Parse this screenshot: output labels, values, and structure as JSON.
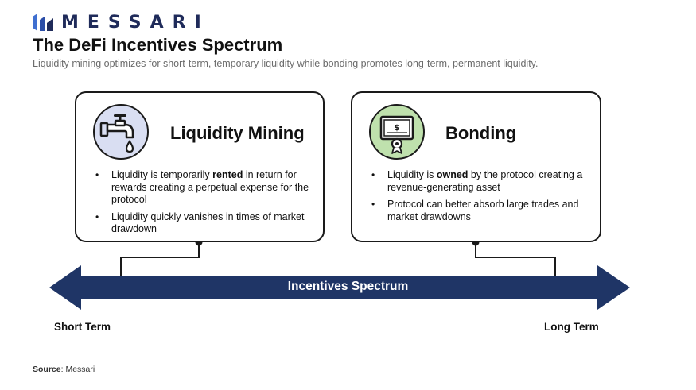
{
  "brand": {
    "logo_text": "MESSARI",
    "color": "#1f2b5a"
  },
  "title": "The DeFi Incentives Spectrum",
  "subtitle": "Liquidity mining optimizes for short-term, temporary liquidity while bonding promotes long-term, permanent liquidity.",
  "cards": [
    {
      "title": "Liquidity Mining",
      "icon": "faucet-icon",
      "icon_bg": "#d9def2",
      "bullets": [
        {
          "pre": "Liquidity is temporarily ",
          "bold": "rented",
          "post": " in return for rewards creating a perpetual expense for the protocol"
        },
        {
          "pre": "Liquidity quickly vanishes in times of market drawdown",
          "bold": "",
          "post": ""
        }
      ]
    },
    {
      "title": "Bonding",
      "icon": "bond-certificate-icon",
      "icon_bg": "#bfe1ad",
      "bullets": [
        {
          "pre": "Liquidity is ",
          "bold": "owned",
          "post": " by the protocol creating a revenue-generating asset"
        },
        {
          "pre": "Protocol can better absorb large trades and market drawdowns",
          "bold": "",
          "post": ""
        }
      ]
    }
  ],
  "spectrum": {
    "label": "Incentives Spectrum",
    "color": "#1f3566",
    "left_label": "Short Term",
    "right_label": "Long Term"
  },
  "source": {
    "label": "Source",
    "text": ": Messari"
  }
}
